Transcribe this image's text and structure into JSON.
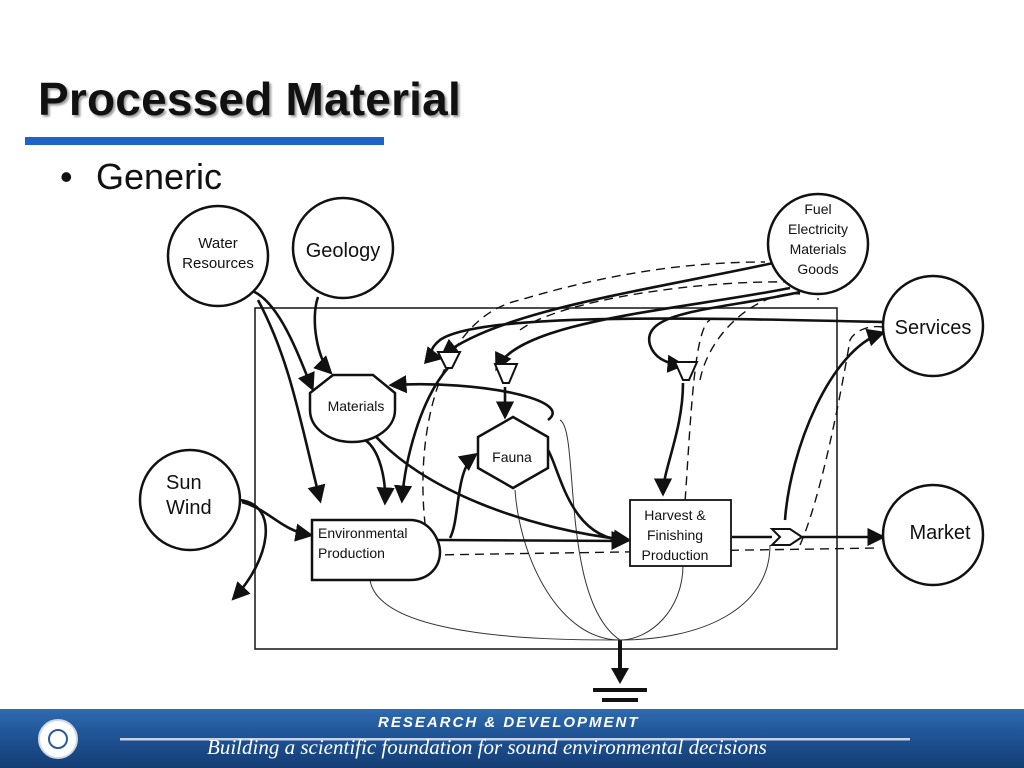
{
  "slide": {
    "title": "Processed Material",
    "bullet": "Generic"
  },
  "diagram": {
    "sources": {
      "water_line1": "Water",
      "water_line2": "Resources",
      "geology": "Geology",
      "sun_line1": "Sun",
      "sun_line2": "Wind",
      "fuel_line1": "Fuel",
      "fuel_line2": "Electricity",
      "fuel_line3": "Materials",
      "fuel_line4": "Goods",
      "services": "Services",
      "market": "Market"
    },
    "storages": {
      "materials": "Materials",
      "fauna": "Fauna"
    },
    "processes": {
      "env_line1": "Environmental",
      "env_line2": "Production",
      "harvest_line1": "Harvest &",
      "harvest_line2": "Finishing",
      "harvest_line3": "Production"
    }
  },
  "footer": {
    "top_text": "RESEARCH & DEVELOPMENT",
    "bottom_text": "Building a scientific foundation for sound environmental decisions",
    "colors": {
      "band": "#1c4f8f",
      "accent": "#1e63c8"
    },
    "logo_icon": "epa-seal-icon"
  }
}
